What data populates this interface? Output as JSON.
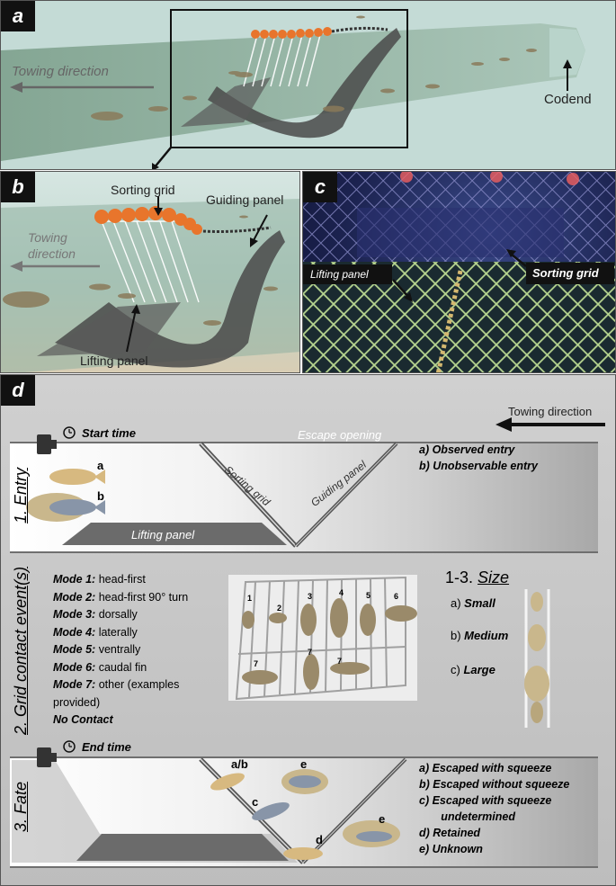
{
  "panel_a": {
    "tag": "a",
    "towing_direction": "Towing direction",
    "codend": "Codend"
  },
  "panel_b": {
    "tag": "b",
    "sorting_grid": "Sorting grid",
    "guiding_panel": "Guiding panel",
    "towing_direction_line1": "Towing",
    "towing_direction_line2": "direction",
    "lifting_panel": "Lifting panel"
  },
  "panel_c": {
    "tag": "c",
    "lifting_panel": "Lifting panel",
    "sorting_grid": "Sorting grid"
  },
  "panel_d": {
    "tag": "d",
    "towing_direction": "Towing direction",
    "entry": {
      "title": "1. Entry",
      "start_time": "Start time",
      "escape_opening": "Escape opening",
      "sorting_grid": "Sorting grid",
      "guiding_panel": "Guiding panel",
      "lifting_panel": "Lifting panel",
      "fish_a": "a",
      "fish_b": "b",
      "options": [
        "a)   Observed entry",
        "b)   Unobservable entry"
      ]
    },
    "contact": {
      "title": "2. Grid contact event(s)",
      "modes": [
        {
          "key": "Mode 1:",
          "text": " head-first"
        },
        {
          "key": "Mode 2:",
          "text": " head-first 90° turn"
        },
        {
          "key": "Mode 3:",
          "text": " dorsally"
        },
        {
          "key": "Mode 4:",
          "text": " laterally"
        },
        {
          "key": "Mode 5:",
          "text": " ventrally"
        },
        {
          "key": "Mode 6:",
          "text": " caudal fin"
        },
        {
          "key": "Mode 7:",
          "text": " other (examples"
        },
        {
          "key": "",
          "text": "provided)"
        },
        {
          "key": "No Contact",
          "text": ""
        }
      ],
      "grid_numbers": [
        "1",
        "2",
        "3",
        "4",
        "5",
        "6",
        "7",
        "7",
        "7"
      ]
    },
    "size": {
      "title_prefix": "1-3. ",
      "title": "Size",
      "items": [
        {
          "letter": "a) ",
          "label": "Small"
        },
        {
          "letter": "b) ",
          "label": "Medium"
        },
        {
          "letter": "c) ",
          "label": "Large"
        }
      ]
    },
    "fate": {
      "title": "3. Fate",
      "end_time": "End time",
      "fish_ab": "a/b",
      "fish_c": "c",
      "fish_d": "d",
      "fish_e1": "e",
      "fish_e2": "e",
      "options": [
        "a)   Escaped with squeeze",
        "b)   Escaped without squeeze",
        "c)   Escaped with squeeze",
        "       undetermined",
        "d)   Retained",
        "e)   Unknown"
      ]
    }
  },
  "colors": {
    "net_green": "#8fb0a0",
    "float_orange": "#e8752c",
    "panel_dark": "#4a4a4a",
    "tag_bg": "#111111"
  }
}
